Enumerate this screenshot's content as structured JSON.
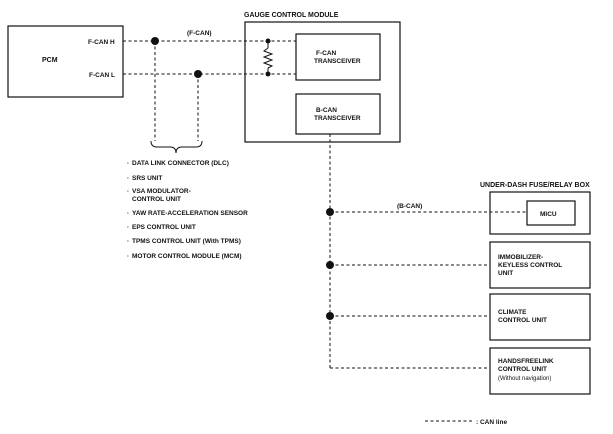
{
  "colors": {
    "ink": "#111111",
    "background": "#ffffff"
  },
  "pcm": {
    "label": "PCM",
    "pin_high": "F-CAN H",
    "pin_low": "F-CAN L"
  },
  "fcan_label": "(F-CAN)",
  "gauge_module": {
    "title": "GAUGE CONTROL MODULE",
    "fcan_transceiver": [
      "F-CAN",
      "TRANSCEIVER"
    ],
    "bcan_transceiver": [
      "B-CAN",
      "TRANSCEIVER"
    ]
  },
  "dlc_list": [
    "DATA LINK CONNECTOR (DLC)",
    "SRS UNIT",
    "VSA MODULATOR-",
    "CONTROL UNIT",
    "YAW RATE-ACCELERATION SENSOR",
    "EPS CONTROL UNIT",
    "TPMS CONTROL UNIT (With TPMS)",
    "MOTOR CONTROL MODULE (MCM)"
  ],
  "bcan_label": "(B-CAN)",
  "fuse_box": {
    "title": "UNDER-DASH FUSE/RELAY BOX",
    "micu": "MICU"
  },
  "immobilizer": [
    "IMMOBILIZER-",
    "KEYLESS CONTROL",
    "UNIT"
  ],
  "climate": [
    "CLIMATE",
    "CONTROL UNIT"
  ],
  "handsfree": [
    "HANDSFREELINK",
    "CONTROL UNIT",
    "(Without navigation)"
  ],
  "legend": {
    "text": ": CAN line"
  }
}
